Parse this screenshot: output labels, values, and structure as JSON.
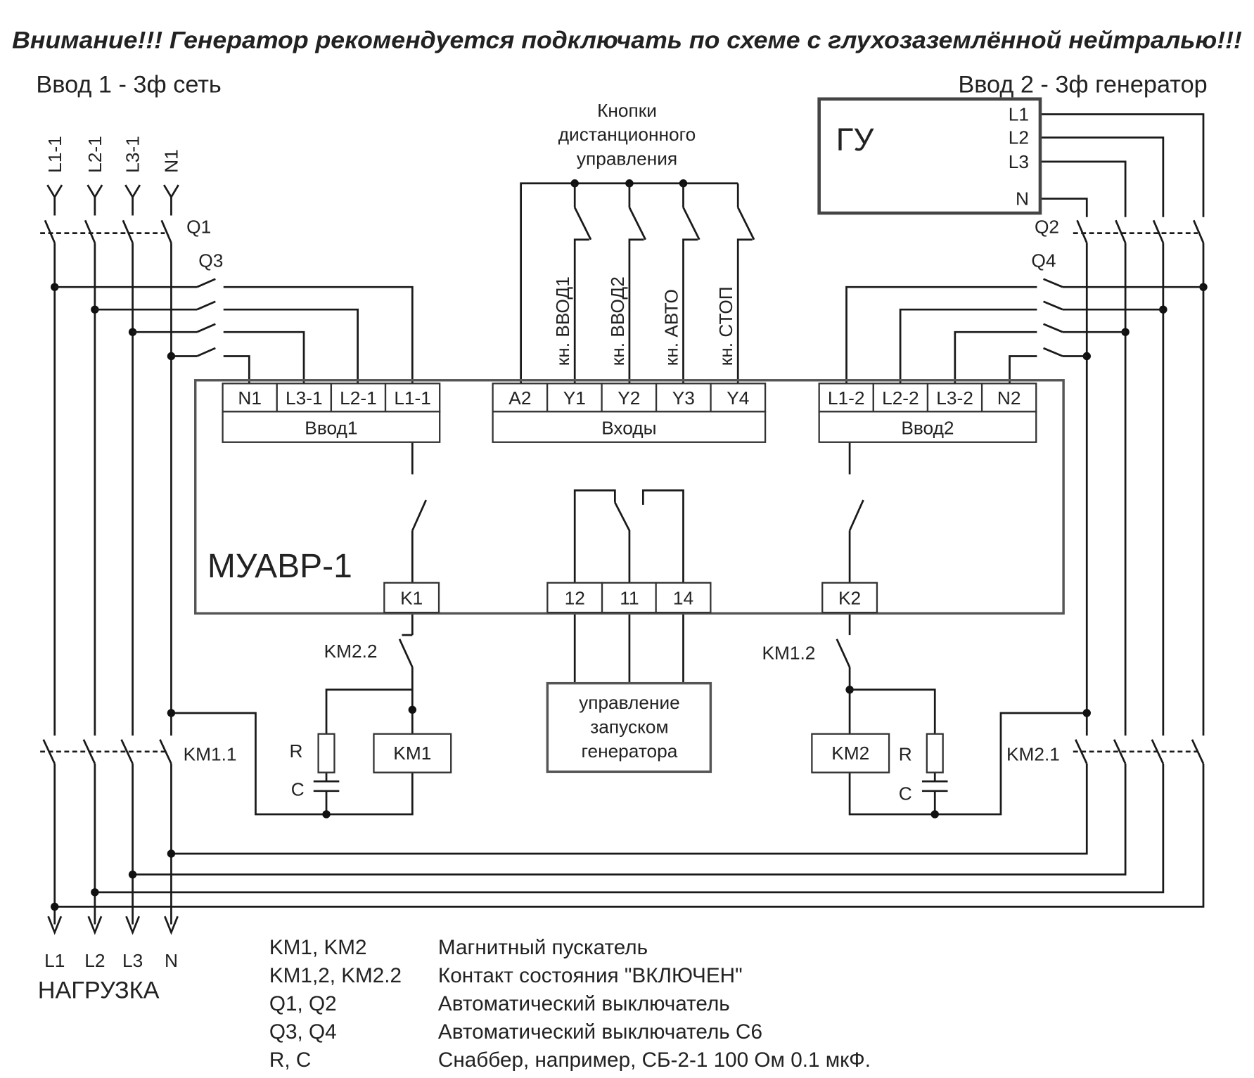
{
  "title": "Внимание!!! Генератор рекомендуется подключать по схеме с глухозаземлённой нейтралью!!!",
  "input1": {
    "label": "Ввод 1 - 3ф сеть",
    "phases": [
      "L1-1",
      "L2-1",
      "L3-1",
      "N1"
    ]
  },
  "input2": {
    "label": "Ввод 2 - 3ф генератор",
    "unit": "ГУ",
    "phases": [
      "L1",
      "L2",
      "L3",
      "N"
    ]
  },
  "buttons": {
    "caption": [
      "Кнопки",
      "дистанционного",
      "управления"
    ],
    "labels": [
      "кн. ВВОД1",
      "кн. ВВОД2",
      "кн. АВТО",
      "кн. СТОП"
    ]
  },
  "device": {
    "name": "МУАВР-1",
    "vvod1": {
      "label": "Ввод1",
      "terminals": [
        "N1",
        "L3-1",
        "L2-1",
        "L1-1"
      ]
    },
    "inputs": {
      "label": "Входы",
      "terminals": [
        "A2",
        "Y1",
        "Y2",
        "Y3",
        "Y4"
      ]
    },
    "vvod2": {
      "label": "Ввод2",
      "terminals": [
        "L1-2",
        "L2-2",
        "L3-2",
        "N2"
      ]
    },
    "bottom_terminals": [
      "K1",
      "12",
      "11",
      "14",
      "K2"
    ]
  },
  "components": {
    "Q1": "Q1",
    "Q2": "Q2",
    "Q3": "Q3",
    "Q4": "Q4",
    "KM11": "KM1.1",
    "KM21": "KM2.1",
    "KM22": "KM2.2",
    "KM12": "KM1.2",
    "KM1": "KM1",
    "KM2": "KM2",
    "R": "R",
    "C": "C"
  },
  "gen_control": [
    "управление",
    "запуском",
    "генератора"
  ],
  "load": {
    "phases": [
      "L1",
      "L2",
      "L3",
      "N"
    ],
    "label": "НАГРУЗКА"
  },
  "legend": [
    {
      "code": "KM1, KM2",
      "desc": "Магнитный пускатель"
    },
    {
      "code": "KM1,2, KM2.2",
      "desc": "Контакт состояния \"ВКЛЮЧЕН\""
    },
    {
      "code": "Q1, Q2",
      "desc": "Автоматический выключатель"
    },
    {
      "code": "Q3, Q4",
      "desc": "Автоматический выключатель С6"
    },
    {
      "code": "R, C",
      "desc": "Снаббер, например, СБ-2-1 100 Ом 0.1 мкФ."
    }
  ]
}
